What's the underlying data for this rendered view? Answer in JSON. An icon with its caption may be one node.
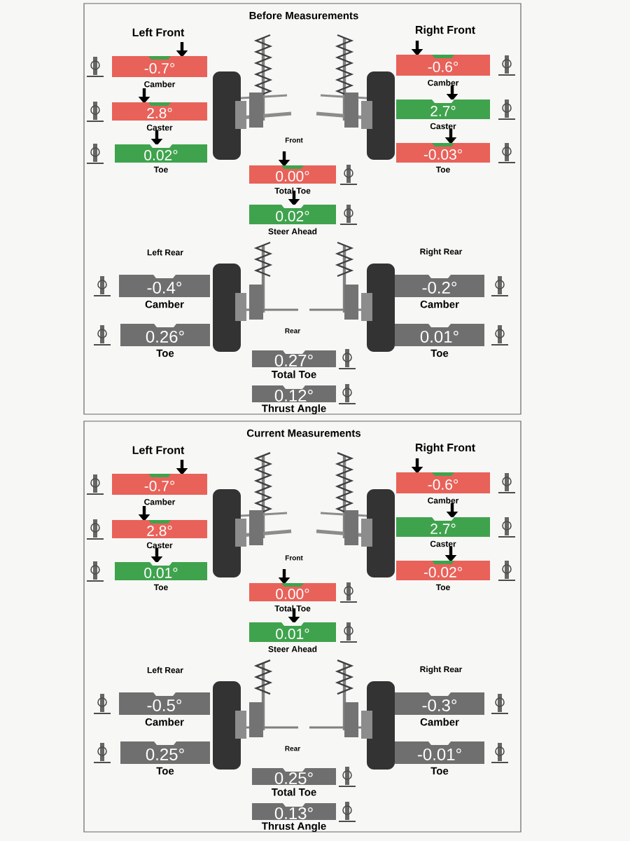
{
  "diagram": {
    "nodes": [
      {
        "text": [
          "Before Measurements"
        ]
      },
      {
        "text": [
          "-0.7°"
        ],
        "beside": [
          "Camber"
        ],
        "in": 0
      },
      {
        "text": [
          "2.8°"
        ],
        "beside": [
          "Caster"
        ],
        "in": 0
      },
      {
        "text": [
          "0.02°"
        ],
        "beside": [
          "Toe"
        ],
        "in": 0
      },
      {
        "text": [
          "-0.6°"
        ],
        "beside": [
          "Camber"
        ],
        "in": 0
      },
      {
        "text": [
          "2.7°"
        ],
        "beside": [
          "Caster"
        ],
        "in": 0
      },
      {
        "text": [
          "-0.03°"
        ],
        "beside": [
          "Toe"
        ],
        "in": 0
      },
      {
        "text": [
          "0.00°"
        ],
        "beside": [
          "Total Toe"
        ],
        "in": 0
      },
      {
        "text": [
          "0.02°"
        ],
        "beside": [
          "Steer Ahead"
        ],
        "in": 0
      },
      {
        "text": [
          "-0.4°"
        ],
        "beside": [
          "Camber"
        ],
        "in": 0
      },
      {
        "text": [
          "0.26°"
        ],
        "beside": [
          "Toe"
        ],
        "in": 0
      },
      {
        "text": [
          "-0.2°"
        ],
        "beside": [
          "Camber"
        ],
        "in": 0
      },
      {
        "text": [
          "0.01°"
        ],
        "beside": [
          "Toe"
        ],
        "in": 0
      },
      {
        "text": [
          "0.27°"
        ],
        "beside": [
          "Total Toe"
        ],
        "in": 0
      },
      {
        "text": [
          "0.12°"
        ],
        "beside": [
          "Thrust Angle"
        ],
        "in": 0
      },
      {
        "text": [
          "Current Measurements"
        ]
      },
      {
        "text": [
          "-0.7°"
        ],
        "beside": [
          "Camber"
        ],
        "in": 15
      },
      {
        "text": [
          "2.8°"
        ],
        "beside": [
          "Caster"
        ],
        "in": 15
      },
      {
        "text": [
          "0.01°"
        ],
        "beside": [
          "Toe"
        ],
        "in": 15
      },
      {
        "text": [
          "-0.6°"
        ],
        "beside": [
          "Camber"
        ],
        "in": 15
      },
      {
        "text": [
          "2.7°"
        ],
        "beside": [
          "Caster"
        ],
        "in": 15
      },
      {
        "text": [
          "-0.02°"
        ],
        "beside": [
          "Toe"
        ],
        "in": 15
      },
      {
        "text": [
          "0.00°"
        ],
        "beside": [
          "Total Toe"
        ],
        "in": 15
      },
      {
        "text": [
          "0.01°"
        ],
        "beside": [
          "Steer Ahead"
        ],
        "in": 15
      },
      {
        "text": [
          "-0.5°"
        ],
        "beside": [
          "Camber"
        ],
        "in": 15
      },
      {
        "text": [
          "0.25°"
        ],
        "beside": [
          "Toe"
        ],
        "in": 15
      },
      {
        "text": [
          "-0.3°"
        ],
        "beside": [
          "Camber"
        ],
        "in": 15
      },
      {
        "text": [
          "-0.01°"
        ],
        "beside": [
          "Toe"
        ],
        "in": 15
      },
      {
        "text": [
          "0.25°"
        ],
        "beside": [
          "Total Toe"
        ],
        "in": 15
      },
      {
        "text": [
          "0.13°"
        ],
        "beside": [
          "Thrust Angle"
        ],
        "in": 15
      }
    ],
    "labels": [
      "Left Front",
      "Right Front",
      "Front",
      "Left Rear",
      "Right Rear",
      "Rear",
      "Left Front",
      "Right Front",
      "Front",
      "Left Rear",
      "Right Rear",
      "Rear"
    ]
  }
}
